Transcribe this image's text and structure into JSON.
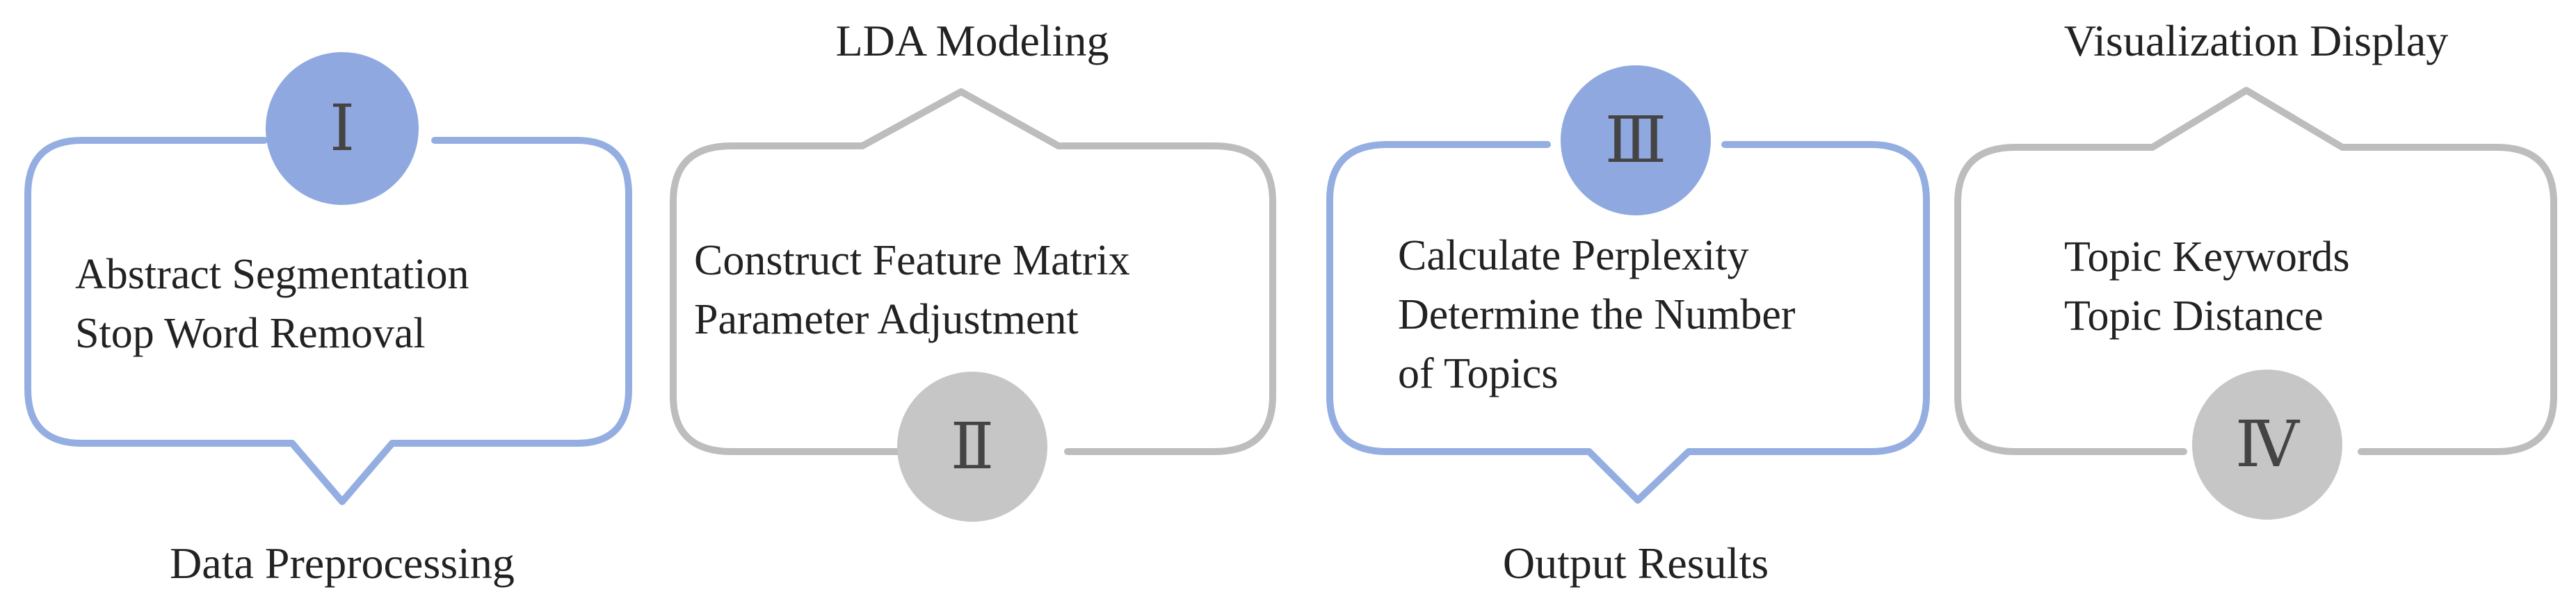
{
  "colors": {
    "blue": "#8FA9E0",
    "blue_stroke": "#94AEE2",
    "gray": "#C6C6C6",
    "gray_stroke": "#BDBDBD",
    "numeral": "#444444",
    "text": "#222222"
  },
  "steps": [
    {
      "numeral": "Ⅰ",
      "lines": [
        "Abstract Segmentation",
        "Stop Word Removal"
      ],
      "caption": "Data Preprocessing",
      "style": "blue"
    },
    {
      "numeral": "Ⅱ",
      "lines": [
        "Construct Feature Matrix",
        "Parameter Adjustment"
      ],
      "caption": "LDA Modeling",
      "style": "gray"
    },
    {
      "numeral": "Ⅲ",
      "lines": [
        "Calculate Perplexity",
        "Determine the Number",
        "of Topics"
      ],
      "caption": "Output Results",
      "style": "blue"
    },
    {
      "numeral": "Ⅳ",
      "lines": [
        "Topic Keywords",
        "Topic Distance"
      ],
      "caption": "Visualization Display",
      "style": "gray"
    }
  ]
}
